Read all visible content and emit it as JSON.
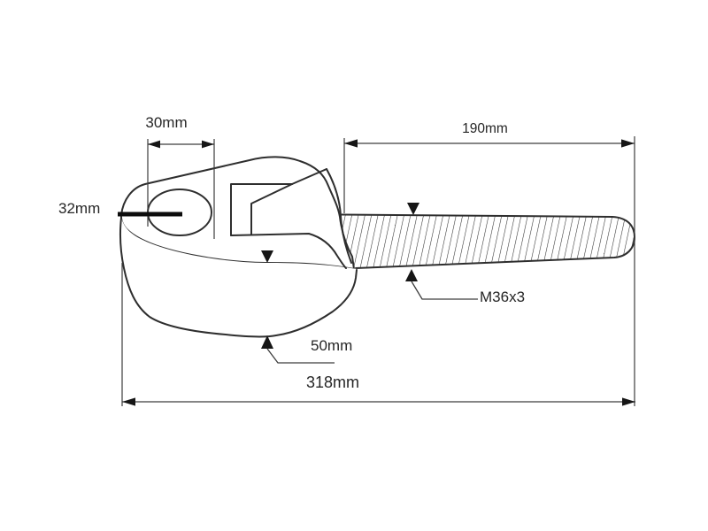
{
  "labels": {
    "hole_width": "30mm",
    "eye_bore": "32mm",
    "thread_length": "190mm",
    "thread_spec": "M36x3",
    "jaw_thickness": "50mm",
    "overall_length": "318mm"
  },
  "colors": {
    "background": "#ffffff",
    "part_line": "#2e2e2e",
    "dimension_line": "#3d3d3d",
    "text": "#262626",
    "emphasis_line": "#0d0d0d"
  }
}
